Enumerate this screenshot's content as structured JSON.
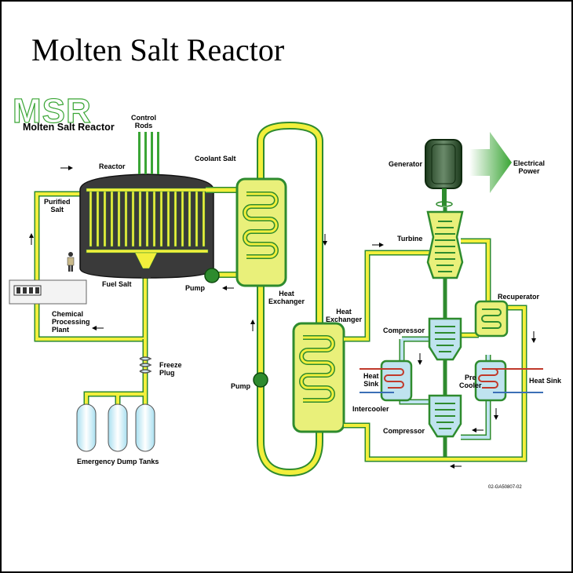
{
  "title": "Molten Salt Reactor",
  "logo": {
    "abbrev": "MSR",
    "full": "Molten Salt Reactor"
  },
  "labels": {
    "control_rods": "Control\nRods",
    "reactor": "Reactor",
    "coolant_salt": "Coolant Salt",
    "purified_salt": "Purified\nSalt",
    "fuel_salt": "Fuel Salt",
    "pump_primary": "Pump",
    "heat_exchanger_primary": "Heat\nExchanger",
    "chemical_processing_plant": "Chemical\nProcessing\nPlant",
    "freeze_plug": "Freeze\nPlug",
    "emergency_dump_tanks": "Emergency Dump Tanks",
    "pump_secondary": "Pump",
    "heat_exchanger_secondary": "Heat\nExchanger",
    "generator": "Generator",
    "electrical_power": "Electrical\nPower",
    "turbine": "Turbine",
    "recuperator": "Recuperator",
    "compressor_upper": "Compressor",
    "compressor_lower": "Compressor",
    "heat_sink_left": "Heat\nSink",
    "intercooler": "Intercooler",
    "pre_cooler": "Pre\nCooler",
    "heat_sink_right": "Heat Sink",
    "drawing_number": "02-GA50807-02"
  },
  "colors": {
    "pipe_yellow": "#f2ef3c",
    "pipe_green": "#2e8b2e",
    "vessel_fill": "#3a3a3a",
    "hx_fill": "#e9f07a",
    "gas_blue": "#bfe3ef",
    "arrow_green": "#3aa535"
  }
}
